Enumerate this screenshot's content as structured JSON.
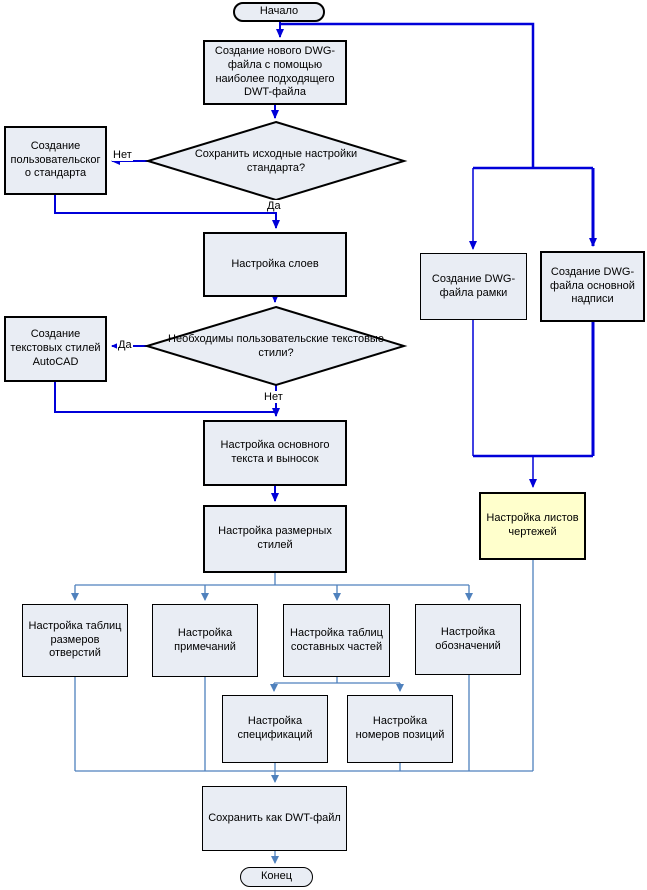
{
  "colors": {
    "main_flow_line": "#0000d9",
    "secondary_flow_line": "#4f81bd",
    "node_fill": "#e9edf4",
    "node_border": "#000000",
    "highlight_node_fill": "#ffffcc",
    "background": "#ffffff",
    "text": "#000000"
  },
  "nodes": {
    "start": {
      "label": "Начало",
      "shape": "terminator"
    },
    "create_dwg": {
      "label": "Создание нового DWG-файла с помощью наиболее подходящего DWT-файла",
      "shape": "process"
    },
    "keep_standard": {
      "label": "Сохранить исходные настройки стандарта?",
      "shape": "decision"
    },
    "create_user_standard": {
      "label": "Создание пользовательского стандарта",
      "shape": "process"
    },
    "setup_layers": {
      "label": "Настройка слоев",
      "shape": "process"
    },
    "need_text_styles": {
      "label": "Необходимы пользовательские текстовые стили?",
      "shape": "decision"
    },
    "create_text_styles": {
      "label": "Создание текстовых стилей AutoCAD",
      "shape": "process"
    },
    "setup_main_text": {
      "label": "Настройка основного текста и выносок",
      "shape": "process"
    },
    "setup_dim_styles": {
      "label": "Настройка размерных стилей",
      "shape": "process"
    },
    "setup_hole_tables": {
      "label": "Настройка таблиц размеров отверстий",
      "shape": "process"
    },
    "setup_notes": {
      "label": "Настройка примечаний",
      "shape": "process"
    },
    "setup_parts_tables": {
      "label": "Настройка таблиц составных частей",
      "shape": "process"
    },
    "setup_symbols": {
      "label": "Настройка обозначений",
      "shape": "process"
    },
    "setup_specs": {
      "label": "Настройка спецификаций",
      "shape": "process"
    },
    "setup_item_numbers": {
      "label": "Настройка номеров позиций",
      "shape": "process"
    },
    "save_dwt": {
      "label": "Сохранить как DWT-файл",
      "shape": "process"
    },
    "end": {
      "label": "Конец",
      "shape": "terminator"
    },
    "create_frame_dwg": {
      "label": "Создание DWG-файла рамки",
      "shape": "process"
    },
    "create_titleblock_dwg": {
      "label": "Создание DWG-файла основной надписи",
      "shape": "process"
    },
    "setup_sheets": {
      "label": "Настройка листов чертежей",
      "shape": "process-highlighted"
    }
  },
  "edge_labels": {
    "keep_standard_no": "Нет",
    "keep_standard_yes": "Да",
    "need_text_styles_yes": "Да",
    "need_text_styles_no": "Нет"
  }
}
